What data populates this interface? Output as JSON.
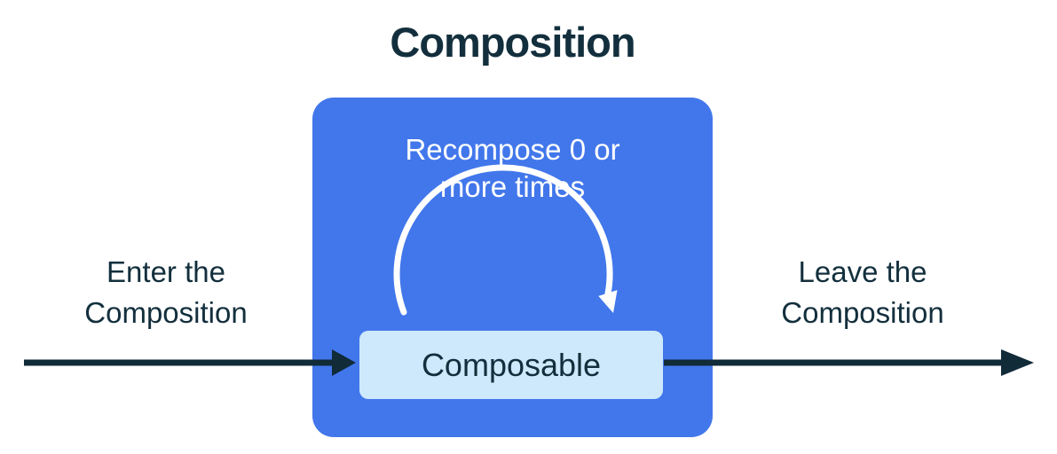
{
  "diagram": {
    "title": "Composition",
    "composition_box": {
      "recompose_line1": "Recompose 0 or",
      "recompose_line2": "more times"
    },
    "composable_box": {
      "label": "Composable"
    },
    "enter_label": {
      "line1": "Enter the",
      "line2": "Composition"
    },
    "leave_label": {
      "line1": "Leave the",
      "line2": "Composition"
    },
    "colors": {
      "composition_box_fill": "#4277eb",
      "composable_box_fill": "#cee9fb",
      "dark_text": "#132f3d",
      "arrow_dark": "#112b39",
      "recompose_arc": "#ffffff"
    }
  }
}
